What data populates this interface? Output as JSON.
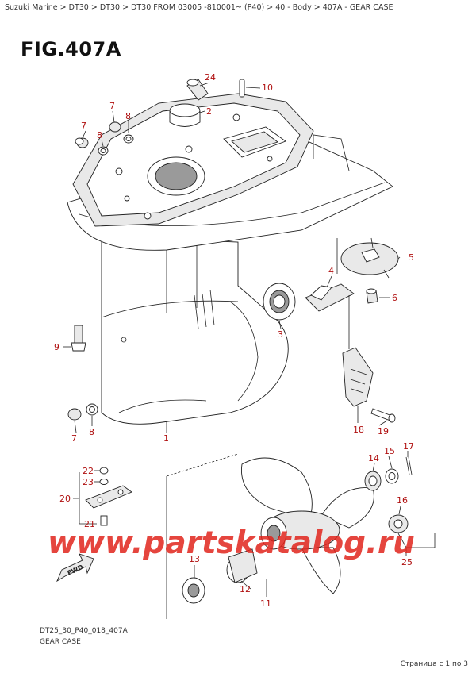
{
  "breadcrumb": "Suzuki Marine > DT30 > DT30 > DT30 FROM 03005 -810001~ (P40) > 40 - Body > 407A - GEAR CASE",
  "figure_title": "FIG.407A",
  "drawing_code": "DT25_30_P40_018_407A",
  "caption": "GEAR CASE",
  "pager": "Страница с 1 по 3",
  "watermark": "www.partskatalog.ru",
  "fwd_label": "FWD",
  "callouts": {
    "c1": "1",
    "c2": "2",
    "c3": "3",
    "c4": "4",
    "c5": "5",
    "c6": "6",
    "c7a": "7",
    "c7b": "7",
    "c7c": "7",
    "c8a": "8",
    "c8b": "8",
    "c8c": "8",
    "c9": "9",
    "c10": "10",
    "c11": "11",
    "c12": "12",
    "c13": "13",
    "c14": "14",
    "c15": "15",
    "c16": "16",
    "c17": "17",
    "c18": "18",
    "c19": "19",
    "c20": "20",
    "c21": "21",
    "c22": "22",
    "c23": "23",
    "c24": "24",
    "c25": "25"
  },
  "colors": {
    "callout": "#b01010",
    "watermark": "#e0241c"
  }
}
